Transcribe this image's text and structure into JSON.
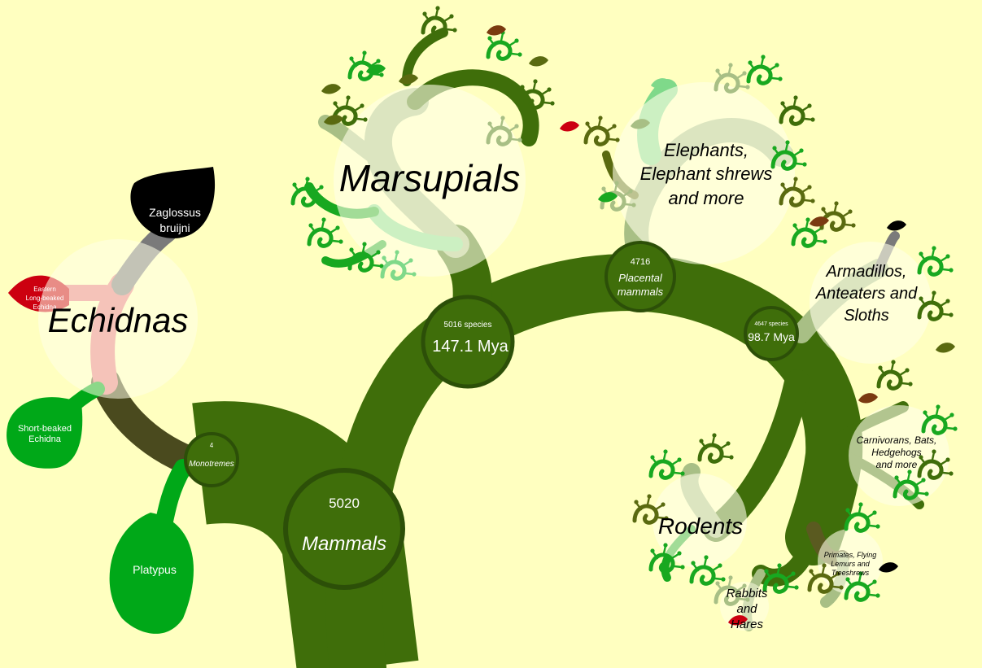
{
  "colors": {
    "background": "#ffffc0",
    "trunk": "#3f6e0a",
    "node_ring": "#2c4f08",
    "monotreme_branch": "#4a4a1e",
    "echidna_branch": "#e87a80",
    "zaglossus_branch": "#7a7a7a",
    "platypus_leaf": "#00a818",
    "short_beaked_leaf": "#00a818",
    "eastern_leaf": "#cc0010",
    "zaglossus_leaf": "#000000",
    "pale_branch": "#a8bf85",
    "light_green": "#7fd98a",
    "bright_green": "#18a820",
    "olive": "#5a6a10",
    "brown": "#7a3a10",
    "highlight_circle": "#ffffe8"
  },
  "nodes": {
    "mammals": {
      "count": "5020",
      "name": "Mammals"
    },
    "monotremes": {
      "count": "4",
      "name": "Monotremes"
    },
    "marsupial_split": {
      "count": "5016 species",
      "age": "147.1 Mya"
    },
    "placental": {
      "count": "4716",
      "name_line1": "Placental",
      "name_line2": "mammals"
    },
    "xenarthra_split": {
      "count": "4647 species",
      "age": "98.7 Mya"
    }
  },
  "clades": {
    "echidnas": "Echidnas",
    "marsupials": "Marsupials",
    "afrotheria": [
      "Elephants,",
      "Elephant shrews",
      "and more"
    ],
    "xenarthra": [
      "Armadillos,",
      "Anteaters and",
      "Sloths"
    ],
    "laurasiatheria": [
      "Carnivorans, Bats,",
      "Hedgehogs",
      "and more"
    ],
    "rodents": "Rodents",
    "primates": [
      "Primates, Flying",
      "Lemurs and",
      "Treeshrews"
    ],
    "lagomorphs": [
      "Rabbits",
      "and",
      "Hares"
    ]
  },
  "species": {
    "platypus": "Platypus",
    "short_beaked": [
      "Short-beaked",
      "Echidna"
    ],
    "eastern": [
      "Eastern",
      "Long-beaked",
      "Echidna"
    ],
    "zaglossus": [
      "Zaglossus",
      "bruijni"
    ]
  },
  "icons": {
    "sprig": "curled-sprig-icon",
    "leaf": "leaf-icon"
  }
}
